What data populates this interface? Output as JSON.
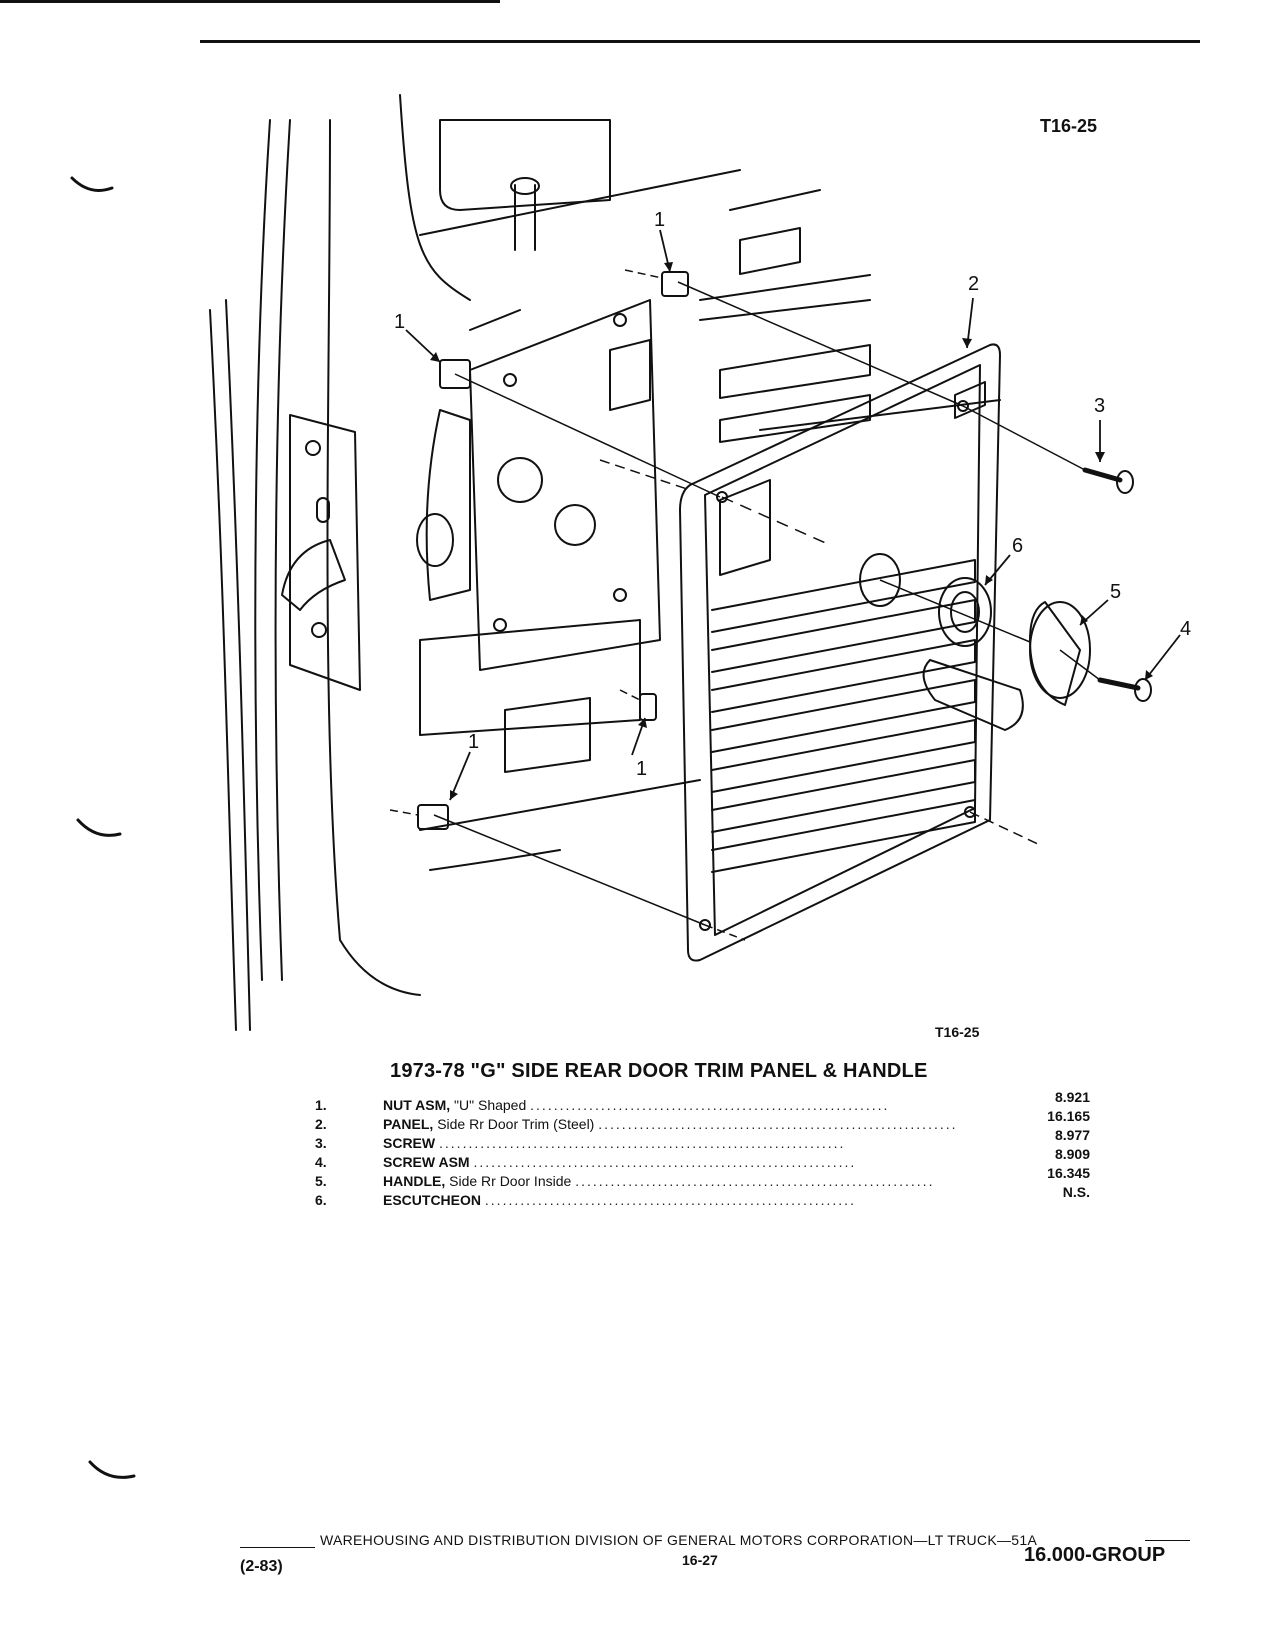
{
  "figure_ref": "T16-25",
  "figure_ref_bottom": "T16-25",
  "callouts": [
    "1",
    "2",
    "3",
    "4",
    "5",
    "6"
  ],
  "title": "1973-78 \"G\" SIDE REAR DOOR TRIM PANEL & HANDLE",
  "parts": [
    {
      "num": "1.",
      "name": "NUT ASM,",
      "detail": " \"U\" Shaped",
      "code": "8.921"
    },
    {
      "num": "2.",
      "name": "PANEL,",
      "detail": " Side Rr Door Trim (Steel)",
      "code": "16.165"
    },
    {
      "num": "3.",
      "name": "SCREW",
      "detail": "",
      "code": "8.977"
    },
    {
      "num": "4.",
      "name": "SCREW ASM",
      "detail": "",
      "code": "8.909"
    },
    {
      "num": "5.",
      "name": "HANDLE,",
      "detail": " Side Rr Door Inside",
      "code": "16.345"
    },
    {
      "num": "6.",
      "name": "ESCUTCHEON",
      "detail": "",
      "code": "N.S."
    }
  ],
  "footer": {
    "corporation": "WAREHOUSING AND DISTRIBUTION DIVISION OF GENERAL MOTORS CORPORATION—LT TRUCK—51A",
    "date": "(2-83)",
    "page": "16-27",
    "group": "16.000-GROUP"
  }
}
